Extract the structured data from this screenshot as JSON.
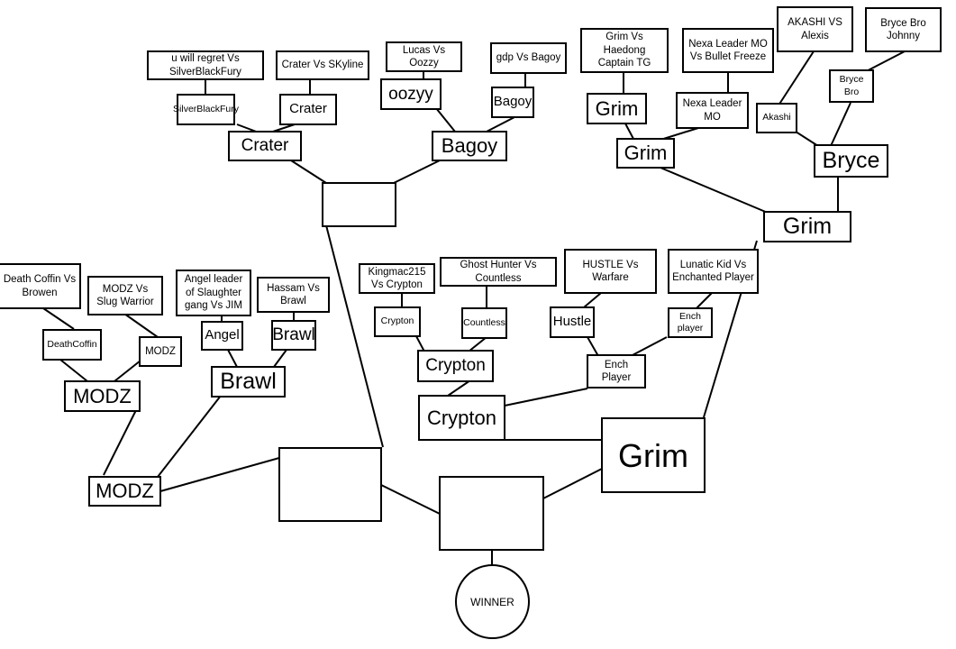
{
  "bracket": {
    "matches": {
      "m1": "u will regret Vs SilverBlackFury",
      "m2": "Crater Vs SKyline",
      "m3": "Lucas Vs Oozzy",
      "m4": "gdp Vs Bagoy",
      "m5": "Grim Vs Haedong Captain TG",
      "m6": "Nexa Leader MO Vs Bullet Freeze",
      "m7": "AKASHI VS Alexis",
      "m8": "Bryce Bro Johnny",
      "m9": "Death Coffin Vs Browen",
      "m10": "MODZ Vs Slug Warrior",
      "m11": "Angel leader of Slaughter gang Vs JIM",
      "m12": "Hassam Vs Brawl",
      "m13": "Kingmac215 Vs Crypton",
      "m14": "Ghost Hunter Vs Countless",
      "m15": "HUSTLE Vs Warfare",
      "m16": "Lunatic Kid Vs Enchanted Player"
    },
    "round1": {
      "silverblackfury": "SilverBlackFury",
      "crater": "Crater",
      "oozyy": "oozyy",
      "bagoy": "Bagoy",
      "grim": "Grim",
      "nexa": "Nexa Leader MO",
      "akashi": "Akashi",
      "bryce_bro": "Bryce Bro",
      "deathcoffin": "DeathCoffin",
      "modz": "MODZ",
      "angel": "Angel",
      "brawl": "Brawl",
      "crypton": "Crypton",
      "countless": "Countless",
      "hustle": "Hustle",
      "ench": "Ench player"
    },
    "round2": {
      "crater": "Crater",
      "bagoy": "Bagoy",
      "grim": "Grim",
      "bryce": "Bryce",
      "modz": "MODZ",
      "brawl": "Brawl",
      "crypton": "Crypton",
      "ench": "Ench Player"
    },
    "round3": {
      "top_left": "",
      "grim": "Grim",
      "modz": "MODZ",
      "crypton": "Crypton"
    },
    "round4": {
      "left": "",
      "right": "Grim"
    },
    "final": "",
    "winner_label": "WINNER"
  }
}
